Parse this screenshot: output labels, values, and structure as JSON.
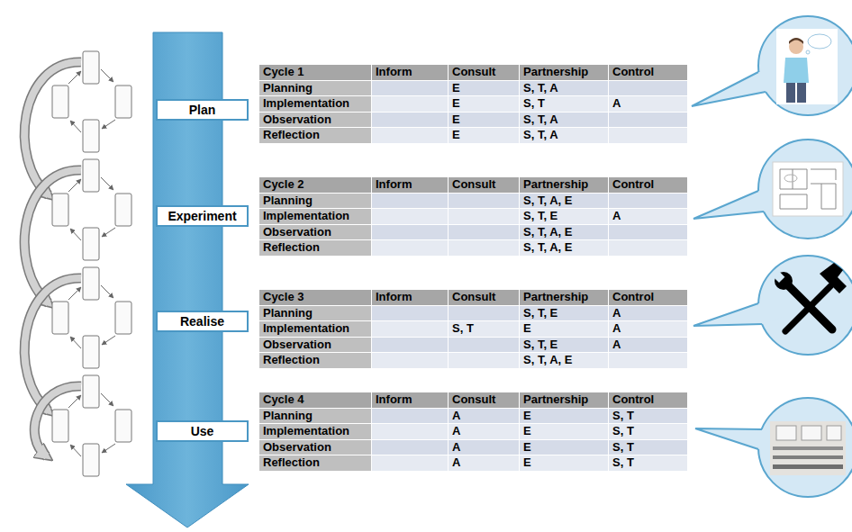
{
  "diagram": {
    "nodes": [
      {
        "text": [
          "Plan"
        ]
      },
      {
        "text": [
          "Experiment"
        ]
      },
      {
        "text": [
          "Realise"
        ]
      },
      {
        "text": [
          "Use"
        ]
      }
    ],
    "labels": [
      "Cycle 1",
      "Inform",
      "Consult",
      "Partnership",
      "Control",
      "Planning",
      "E",
      "S, T, A",
      "Implementation",
      "E",
      "S, T",
      "A",
      "Observation",
      "E",
      "S, T, A",
      "Reflection",
      "E",
      "S, T, A",
      "Cycle 2",
      "Inform",
      "Consult",
      "Partnership",
      "Control",
      "Planning",
      "S, T, A, E",
      "Implementation",
      "S, T, E",
      "A",
      "Observation",
      "S, T, A, E",
      "Reflection",
      "S, T, A, E",
      "Cycle 3",
      "Inform",
      "Consult",
      "Partnership",
      "Control",
      "Planning",
      "S, T, E",
      "A",
      "Implementation",
      "S, T",
      "E",
      "A",
      "Observation",
      "S, T, E",
      "A",
      "Reflection",
      "S, T, A, E",
      "Cycle 4",
      "Inform",
      "Consult",
      "Partnership",
      "Control",
      "Planning",
      "A",
      "E",
      "S, T",
      "Implementation",
      "A",
      "E",
      "S, T",
      "Observation",
      "A",
      "E",
      "S, T",
      "Reflection",
      "A",
      "E",
      "S, T"
    ]
  }
}
